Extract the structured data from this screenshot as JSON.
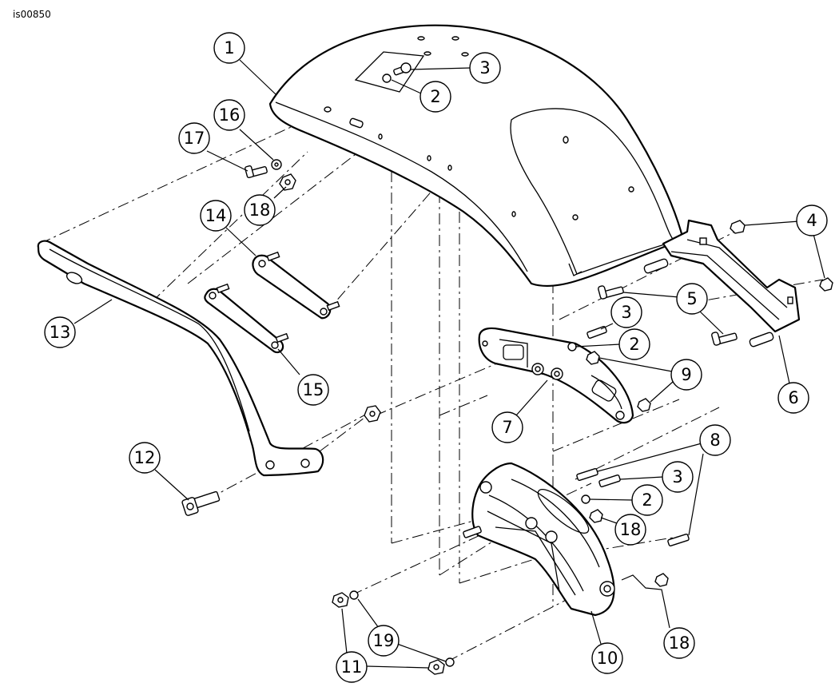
{
  "document_id": "is00850",
  "callouts": [
    {
      "id": "c1",
      "label": "1"
    },
    {
      "id": "c2a",
      "label": "2"
    },
    {
      "id": "c3a",
      "label": "3"
    },
    {
      "id": "c4",
      "label": "4"
    },
    {
      "id": "c5",
      "label": "5"
    },
    {
      "id": "c6",
      "label": "6"
    },
    {
      "id": "c3b",
      "label": "3"
    },
    {
      "id": "c2b",
      "label": "2"
    },
    {
      "id": "c9",
      "label": "9"
    },
    {
      "id": "c7",
      "label": "7"
    },
    {
      "id": "c8",
      "label": "8"
    },
    {
      "id": "c3c",
      "label": "3"
    },
    {
      "id": "c2c",
      "label": "2"
    },
    {
      "id": "c18a",
      "label": "18"
    },
    {
      "id": "c18b",
      "label": "18"
    },
    {
      "id": "c10",
      "label": "10"
    },
    {
      "id": "c11",
      "label": "11"
    },
    {
      "id": "c19",
      "label": "19"
    },
    {
      "id": "c12",
      "label": "12"
    },
    {
      "id": "c13",
      "label": "13"
    },
    {
      "id": "c14",
      "label": "14"
    },
    {
      "id": "c15",
      "label": "15"
    },
    {
      "id": "c16",
      "label": "16"
    },
    {
      "id": "c17",
      "label": "17"
    },
    {
      "id": "c18c",
      "label": "18"
    }
  ]
}
